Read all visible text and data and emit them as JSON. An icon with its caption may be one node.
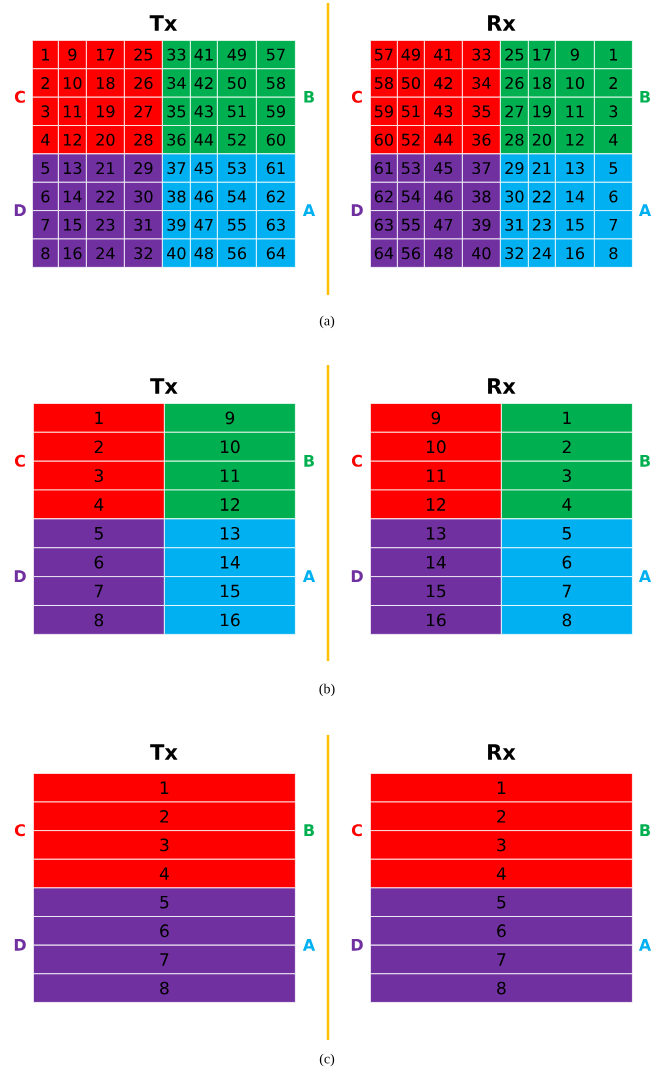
{
  "diagram": {
    "labels": [
      "Tx",
      "Rx",
      "1",
      "9",
      "17",
      "25",
      "33",
      "41",
      "49",
      "57",
      "2",
      "10",
      "18",
      "26",
      "34",
      "42",
      "50",
      "58",
      "3",
      "11",
      "19",
      "27",
      "35",
      "43",
      "51",
      "59",
      "4",
      "12",
      "20",
      "28",
      "36",
      "44",
      "52",
      "60",
      "5",
      "13",
      "21",
      "29",
      "37",
      "45",
      "53",
      "61",
      "6",
      "14",
      "22",
      "30",
      "38",
      "46",
      "54",
      "62",
      "7",
      "15",
      "23",
      "31",
      "39",
      "47",
      "55",
      "63",
      "8",
      "16",
      "24",
      "32",
      "40",
      "48",
      "56",
      "64",
      "57",
      "49",
      "41",
      "33",
      "25",
      "17",
      "9",
      "1",
      "58",
      "50",
      "42",
      "34",
      "26",
      "18",
      "10",
      "2",
      "59",
      "51",
      "43",
      "35",
      "27",
      "19",
      "11",
      "3",
      "60",
      "52",
      "44",
      "36",
      "28",
      "20",
      "12",
      "4",
      "61",
      "53",
      "45",
      "37",
      "29",
      "21",
      "13",
      "5",
      "62",
      "54",
      "46",
      "38",
      "30",
      "22",
      "14",
      "6",
      "63",
      "55",
      "47",
      "39",
      "31",
      "23",
      "15",
      "7",
      "64",
      "56",
      "48",
      "40",
      "32",
      "24",
      "16",
      "8",
      "C",
      "B",
      "D",
      "A",
      "C",
      "B",
      "D",
      "A",
      "(a)",
      "Tx",
      "Rx",
      "1",
      "9",
      "2",
      "10",
      "3",
      "11",
      "4",
      "12",
      "5",
      "13",
      "6",
      "14",
      "7",
      "15",
      "8",
      "16",
      "9",
      "1",
      "10",
      "2",
      "11",
      "3",
      "12",
      "4",
      "13",
      "5",
      "14",
      "6",
      "15",
      "7",
      "16",
      "8",
      "C",
      "B",
      "D",
      "A",
      "C",
      "B",
      "D",
      "A",
      "(b)",
      "Tx",
      "Rx",
      "1",
      "2",
      "3",
      "4",
      "5",
      "6",
      "7",
      "8",
      "1",
      "2",
      "3",
      "4",
      "5",
      "6",
      "7",
      "8",
      "C",
      "B",
      "D",
      "A",
      "C",
      "B",
      "D",
      "A",
      "(c)"
    ]
  }
}
